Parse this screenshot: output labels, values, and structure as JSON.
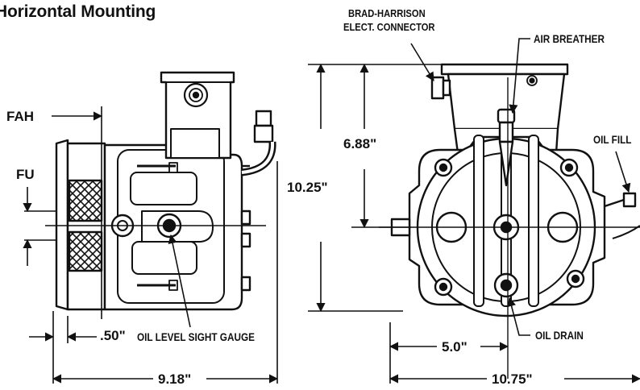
{
  "title": "Horizontal Mounting",
  "labels": {
    "fah": "FAH",
    "fu": "FU",
    "dim_50": ".50\"",
    "oil_level": "OIL LEVEL SIGHT GAUGE",
    "dim_918": "9.18\"",
    "brad_line1": "BRAD-HARRISON",
    "brad_line2": "ELECT. CONNECTOR",
    "air_breather": "AIR BREATHER",
    "dim_688": "6.88\"",
    "dim_1025": "10.25\"",
    "oil_fill": "OIL FILL",
    "dim_50_front": "5.0\"",
    "oil_drain": "OIL DRAIN",
    "dim_1075": "10.75\""
  },
  "colors": {
    "line": "#111111",
    "fill": "#ffffff",
    "shade": "#e6e6e6"
  }
}
